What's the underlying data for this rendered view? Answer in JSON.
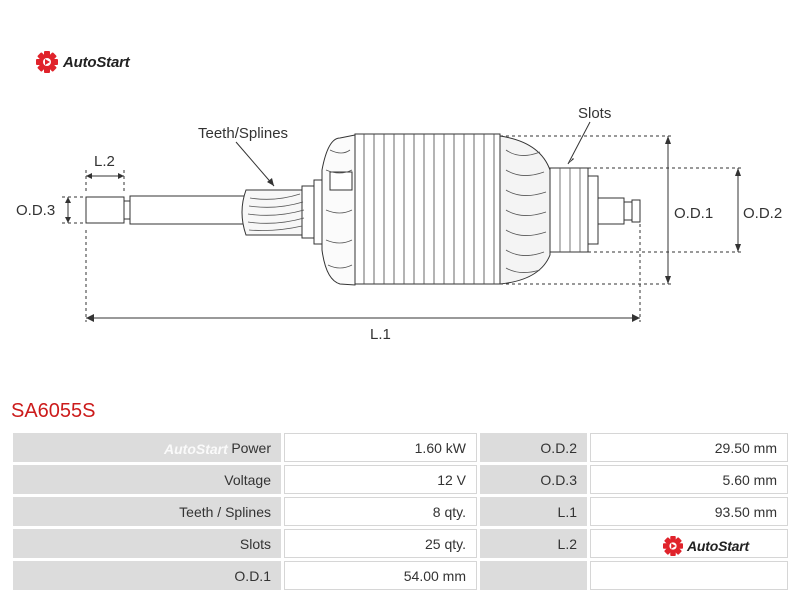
{
  "brand": {
    "name": "AutoStart",
    "color": "#e0232b"
  },
  "drawing": {
    "labels": {
      "teeth": "Teeth/Splines",
      "slots": "Slots",
      "l2": "L.2",
      "od3": "O.D.3",
      "od1": "O.D.1",
      "od2": "O.D.2",
      "l1": "L.1"
    }
  },
  "product": {
    "code": "SA6055S",
    "title_color": "#cc1b1b"
  },
  "specs": {
    "rows": [
      {
        "label1": "Power",
        "value1": "1.60 kW",
        "label2": "O.D.2",
        "value2": "29.50 mm"
      },
      {
        "label1": "Voltage",
        "value1": "12 V",
        "label2": "O.D.3",
        "value2": "5.60 mm"
      },
      {
        "label1": "Teeth / Splines",
        "value1": "8 qty.",
        "label2": "L.1",
        "value2": "93.50 mm"
      },
      {
        "label1": "Slots",
        "value1": "25 qty.",
        "label2": "L.2",
        "value2": ""
      },
      {
        "label1": "O.D.1",
        "value1": "54.00 mm",
        "label2": "",
        "value2": ""
      }
    ]
  }
}
